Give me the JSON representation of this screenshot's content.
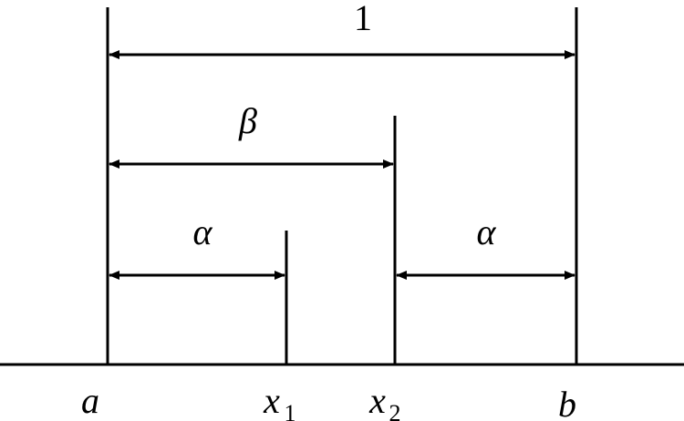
{
  "diagram": {
    "dimensions": {
      "total": "1",
      "beta": "β",
      "alpha_left": "α",
      "alpha_right": "α"
    },
    "points": {
      "a": "a",
      "x1_base": "x",
      "x1_sub": "1",
      "x2_base": "x",
      "x2_sub": "2",
      "b": "b"
    },
    "colors": {
      "line": "#000000",
      "background": "#ffffff"
    }
  }
}
